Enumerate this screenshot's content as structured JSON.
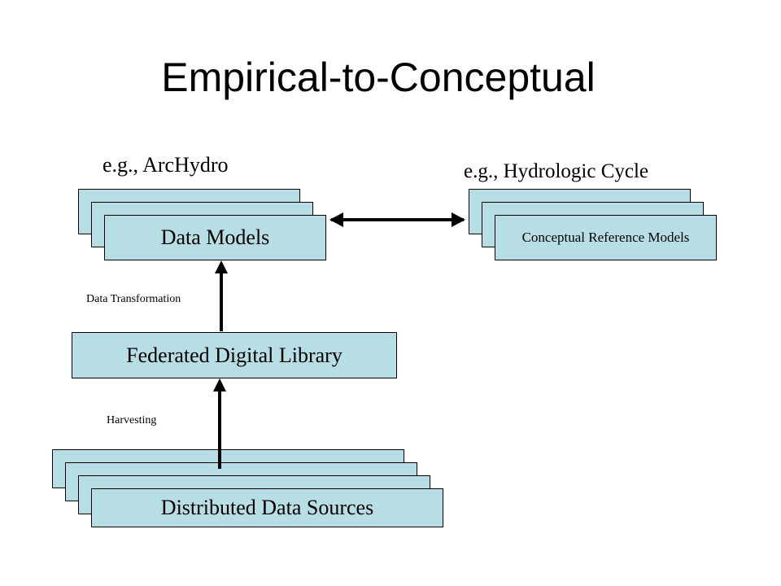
{
  "title": "Empirical-to-Conceptual",
  "captions": {
    "left": "e.g., ArcHydro",
    "right": "e.g., Hydrologic Cycle"
  },
  "boxes": {
    "data_models": "Data Models",
    "conceptual_models": "Conceptual Reference Models",
    "federated_library": "Federated Digital Library",
    "distributed_sources": "Distributed Data Sources"
  },
  "edge_labels": {
    "transformation": "Data Transformation",
    "harvesting": "Harvesting"
  },
  "colors": {
    "box_fill": "#b7dde5",
    "stroke": "#000000"
  }
}
